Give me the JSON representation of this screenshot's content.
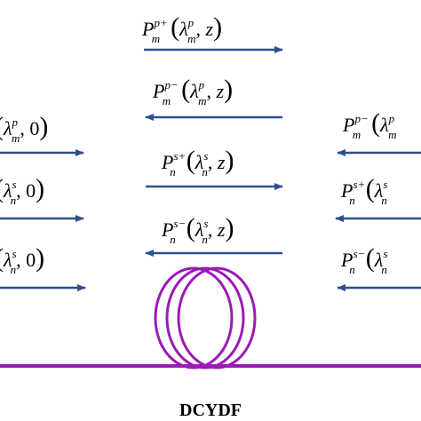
{
  "colors": {
    "arrow": "#2f4f8f",
    "fiber": "#9a1bb5",
    "text": "#000000"
  },
  "fiber_label": "DCYDF",
  "center_terms": [
    {
      "base": "P",
      "sub": "m",
      "sup": "p+",
      "lam_sup": "p",
      "lam_sub": "m",
      "arg": "z",
      "direction": "right"
    },
    {
      "base": "P",
      "sub": "m",
      "sup": "p−",
      "lam_sup": "p",
      "lam_sub": "m",
      "arg": "z",
      "direction": "left"
    },
    {
      "base": "P",
      "sub": "n",
      "sup": "s+",
      "lam_sup": "s",
      "lam_sub": "n",
      "arg": "z",
      "direction": "right"
    },
    {
      "base": "P",
      "sub": "n",
      "sup": "s−",
      "lam_sup": "s",
      "lam_sub": "n",
      "arg": "z",
      "direction": "left"
    }
  ],
  "left_terms": [
    {
      "lam_sup": "p",
      "lam_sub": "m",
      "arg": "0",
      "direction": "right"
    },
    {
      "lam_sup": "s",
      "lam_sub": "n",
      "arg": "0",
      "direction": "right"
    },
    {
      "lam_sup": "s",
      "lam_sub": "n",
      "arg": "0",
      "direction": "right"
    }
  ],
  "right_terms": [
    {
      "base": "P",
      "sub": "m",
      "sup": "p−",
      "lam_sup": "p",
      "lam_sub": "m",
      "direction": "left"
    },
    {
      "base": "P",
      "sub": "n",
      "sup": "s+",
      "lam_sup": "s",
      "lam_sub": "n",
      "direction": "left"
    },
    {
      "base": "P",
      "sub": "n",
      "sup": "s−",
      "lam_sup": "s",
      "lam_sub": "n",
      "direction": "left"
    }
  ]
}
